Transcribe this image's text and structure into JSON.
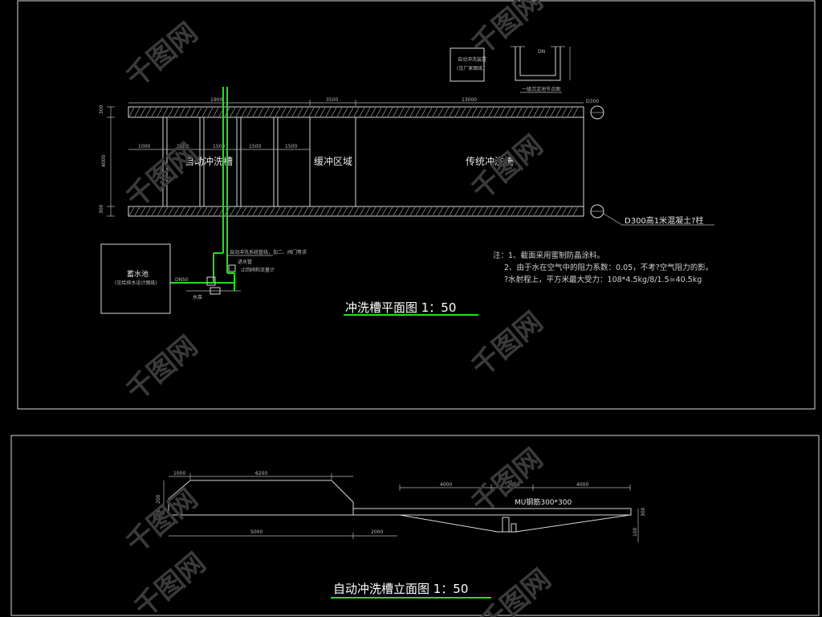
{
  "plan": {
    "title": "冲洗槽平面图  1：50",
    "labels": {
      "auto_wash": "自动冲洗槽",
      "buffer": "缓冲区域",
      "traditional": "传统冲洗槽",
      "pool": "蓄水池",
      "pool_sub": "(见给排水设计图纸)"
    },
    "dims": {
      "top_left": "1900",
      "top_mid": "3500",
      "top_right": "13000",
      "row1": "1000",
      "row2": "1500",
      "row3": "1500",
      "row4": "1500",
      "row5": "1500",
      "side_total": "4000",
      "side_top": "300",
      "side_bottom": "300"
    },
    "pipe_notes": {
      "n1": "自动冲洗系统管线，加二、阀门等求",
      "n2": "进水管",
      "n3": "止回阀和流量计",
      "n4": "水泵"
    },
    "callout": "D300高1米混凝土?柱",
    "notes": {
      "n1": "注：1、截面采用蜜制防晶涂料。",
      "n2": "2、由于水在空气中的阻力系数：0.05，不考?空气阻力的影。",
      "n3": "?水射程上，平方米最大受力：108*4.5kg/8/1.5=40.5kg"
    },
    "detail_box": {
      "title": "自动冲洗装置",
      "sub": "(见厂家图纸)"
    },
    "section_label": "一级沉淀池节点图"
  },
  "elevation": {
    "title": "自动冲洗槽立面图  1：50",
    "dims": {
      "left_small": "1000",
      "left_top": "6200",
      "left_bottom": "5000",
      "mid_bottom": "2000",
      "right_a": "4000",
      "right_b": "2000",
      "right_c": "4000",
      "height_a": "200",
      "height_b": "300",
      "height_r": "300",
      "height_r2": "100"
    },
    "rebar": "MU钢筋300*300"
  },
  "watermark": "千图网"
}
